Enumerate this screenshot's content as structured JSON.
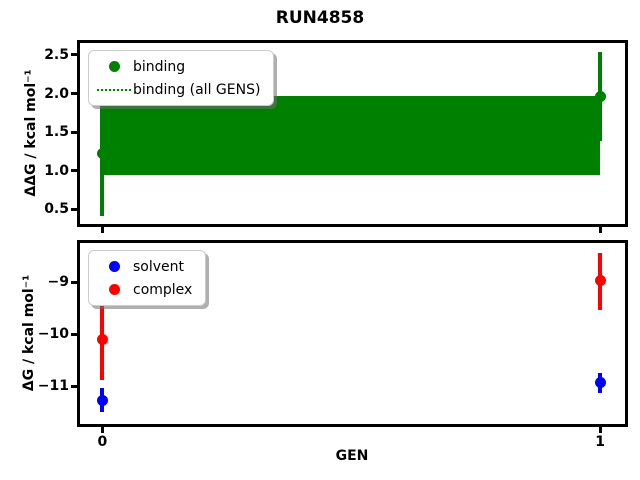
{
  "title": "RUN4858",
  "chart_data": [
    {
      "type": "errorbar-line",
      "subplot": "top",
      "title": "",
      "xlabel": "",
      "ylabel": "ΔΔG / kcal mol⁻¹",
      "xlim": [
        -0.045,
        1.05
      ],
      "ylim": [
        0.31,
        2.655
      ],
      "grid": false,
      "legend_position": "upper left",
      "ytick_values": [
        0.5,
        1.0,
        1.5,
        2.0,
        2.5
      ],
      "ytick_labels": [
        "0.5",
        "1.0",
        "1.5",
        "2.0",
        "2.5"
      ],
      "xtick_values": [
        0,
        1
      ],
      "xtick_labels": [
        "",
        ""
      ],
      "series": [
        {
          "name": "binding",
          "color": "#008000",
          "marker": "circle",
          "x": [
            0,
            1
          ],
          "y": [
            1.22,
            1.96
          ],
          "y_err_low": [
            0.42,
            1.38
          ],
          "y_err_high": [
            1.98,
            2.54
          ]
        },
        {
          "name": "binding (all GENS)",
          "color": "#008000",
          "style": "dotted-line-with-band",
          "mean": 1.46,
          "band_low": 0.95,
          "band_high": 1.97,
          "x_range": [
            0,
            1
          ]
        }
      ]
    },
    {
      "type": "errorbar",
      "subplot": "bottom",
      "title": "",
      "xlabel": "GEN",
      "ylabel": "ΔG / kcal mol⁻¹",
      "xlim": [
        -0.045,
        1.05
      ],
      "ylim": [
        -11.73,
        -8.24
      ],
      "grid": false,
      "legend_position": "upper left",
      "ytick_values": [
        -9,
        -10,
        -11
      ],
      "ytick_labels": [
        "−9",
        "−10",
        "−11"
      ],
      "xtick_values": [
        0,
        1
      ],
      "xtick_labels": [
        "0",
        "1"
      ],
      "series": [
        {
          "name": "solvent",
          "color": "#0000ff",
          "marker": "circle",
          "x": [
            0,
            1
          ],
          "y": [
            -11.27,
            -10.93
          ],
          "y_err_low": [
            -11.5,
            -11.13
          ],
          "y_err_high": [
            -11.03,
            -10.74
          ]
        },
        {
          "name": "complex",
          "color": "#ff0000",
          "marker": "circle",
          "x": [
            0,
            1
          ],
          "y": [
            -10.1,
            -8.97
          ],
          "y_err_low": [
            -10.88,
            -9.53
          ],
          "y_err_high": [
            -9.3,
            -8.43
          ]
        }
      ]
    }
  ]
}
